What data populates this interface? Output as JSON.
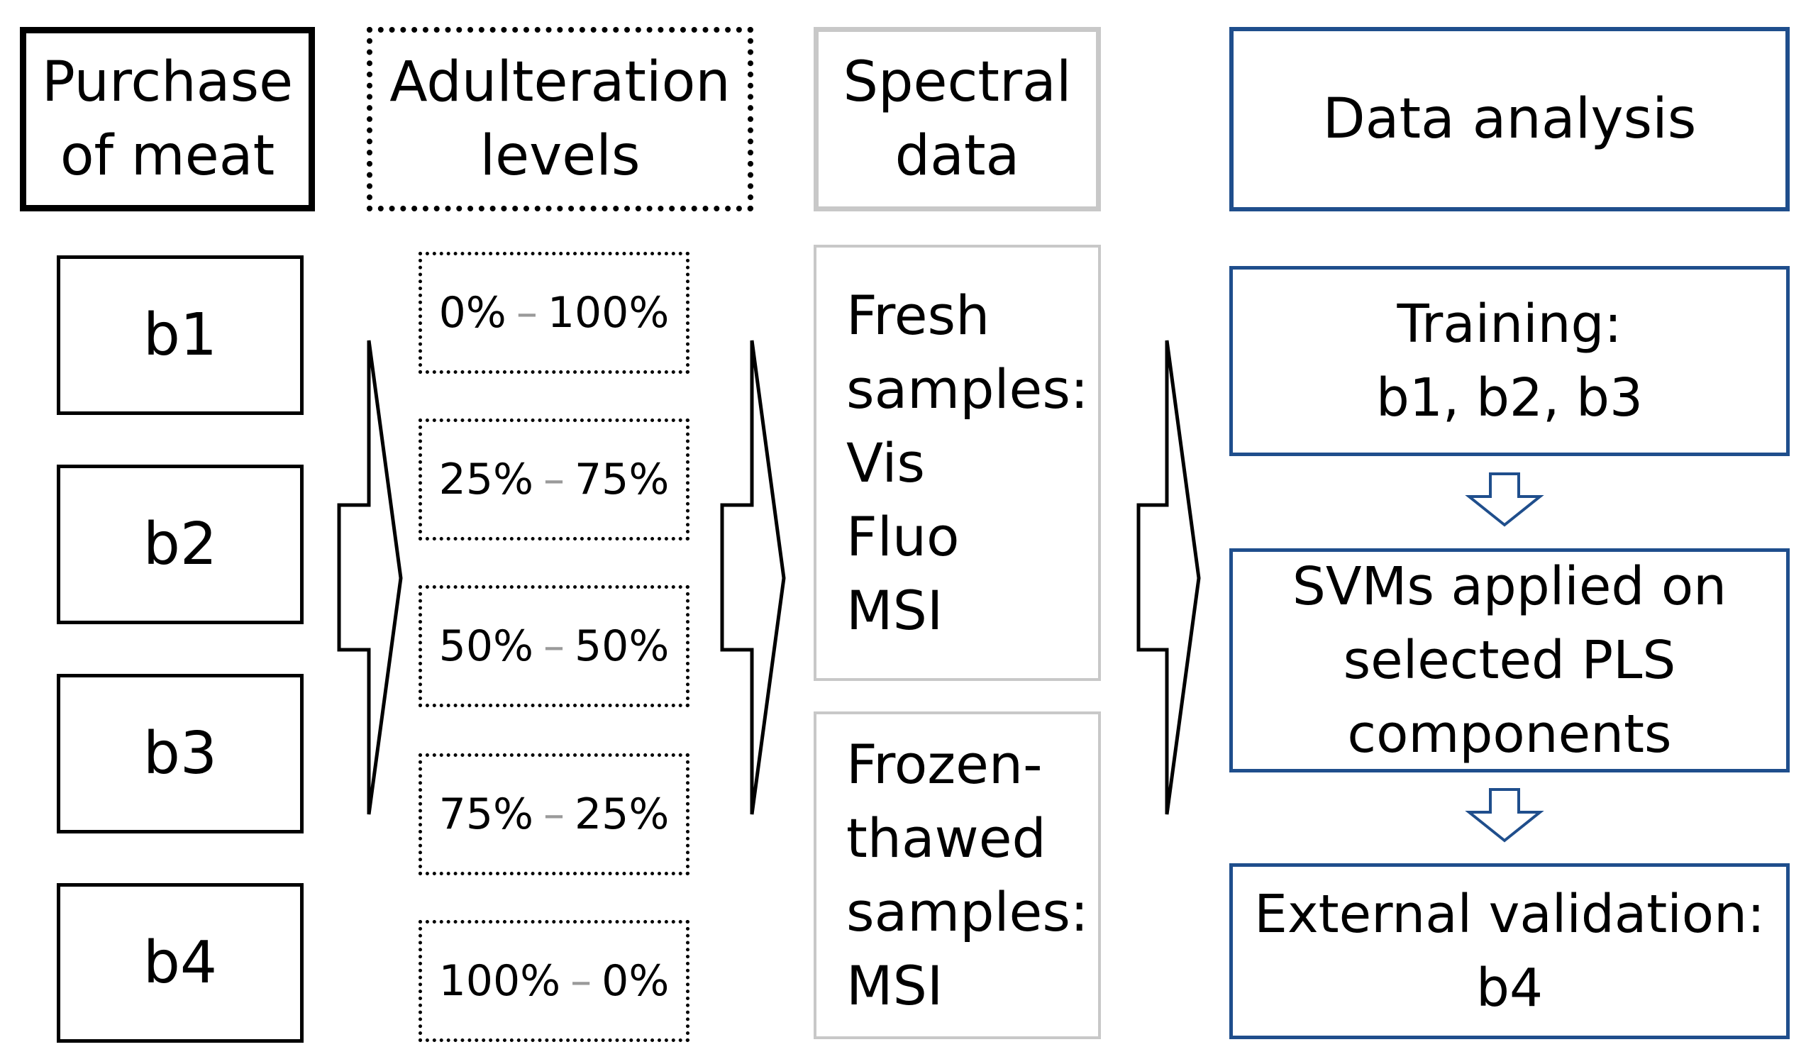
{
  "headers": {
    "purchase": "Purchase\nof meat",
    "adulteration": "Adulteration\nlevels",
    "spectral": "Spectral\ndata",
    "analysis": "Data analysis"
  },
  "batches": [
    "b1",
    "b2",
    "b3",
    "b4"
  ],
  "levels": [
    {
      "left": "0%",
      "right": "100%"
    },
    {
      "left": "25%",
      "right": "75%"
    },
    {
      "left": "50%",
      "right": "50%"
    },
    {
      "left": "75%",
      "right": "25%"
    },
    {
      "left": "100%",
      "right": "0%"
    }
  ],
  "level_separator": "–",
  "spectral": {
    "fresh": "Fresh\nsamples:\nVis\nFluo\nMSI",
    "frozen": "Frozen-\nthawed\nsamples:\nMSI"
  },
  "analysis": {
    "training": "Training:\nb1, b2, b3",
    "svm": "SVMs applied on\nselected PLS\ncomponents",
    "validation": "External validation:\nb4"
  },
  "colors": {
    "blue": "#1f4e8c",
    "gray": "#c8c8c8"
  }
}
